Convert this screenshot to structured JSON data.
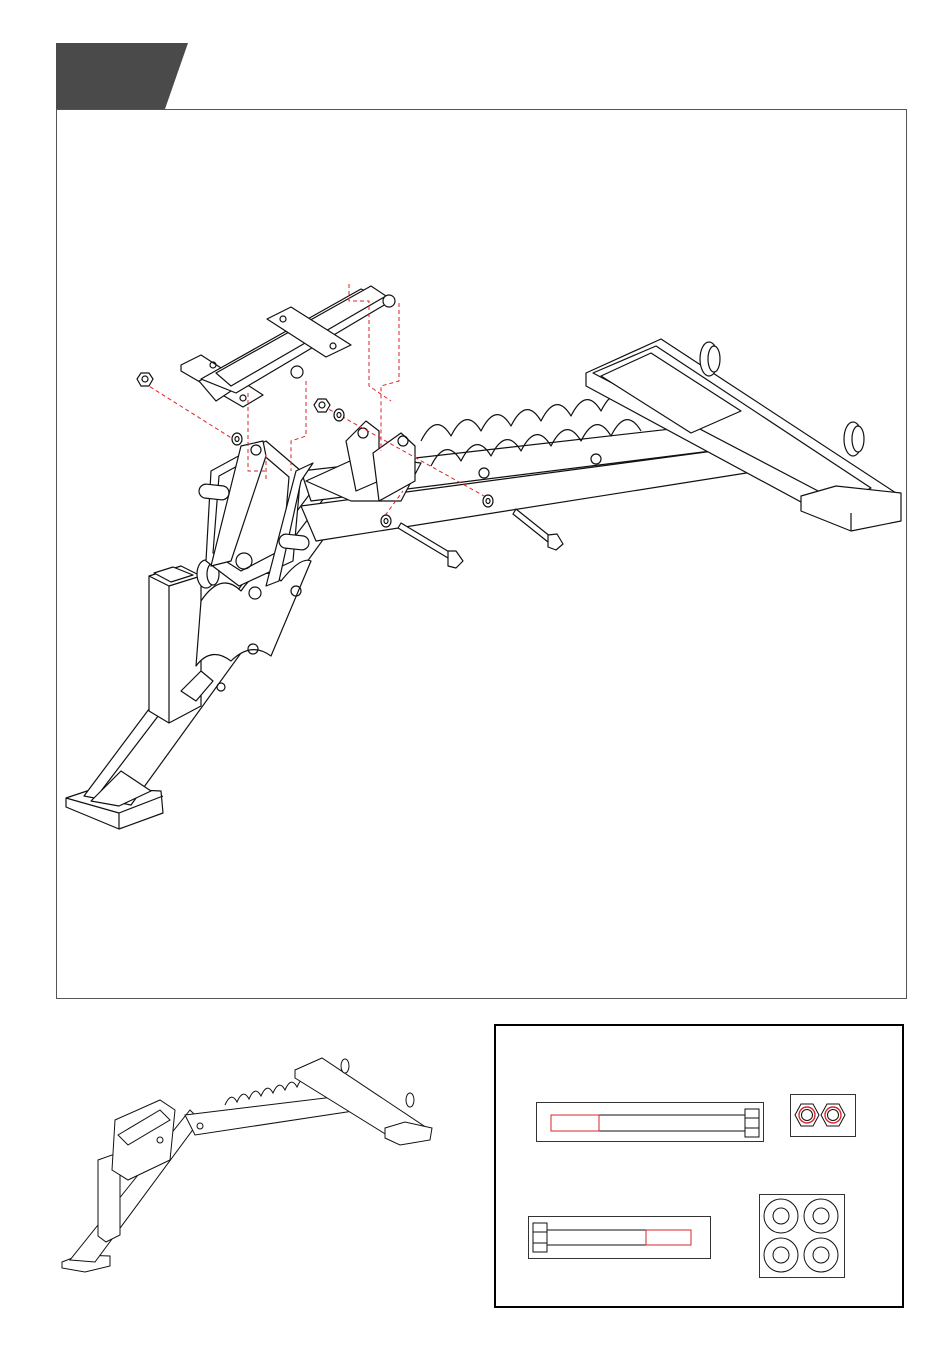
{
  "page": {
    "step_label": "",
    "colors": {
      "line": "#000000",
      "tab_fill": "#4a4a4a",
      "hidden_line": "#d9262b",
      "frame": "#555555"
    }
  },
  "main_illustration": {
    "icon": "exploded-assembly-diagram",
    "parts": [
      "lock-nut",
      "washer",
      "seat-bracket",
      "hinge-plate",
      "long-bolt",
      "short-bolt",
      "backrest-ladder",
      "rear-stabilizer",
      "front-leg"
    ]
  },
  "preview_illustration": {
    "icon": "assembled-bench-frame"
  },
  "hardware": {
    "items": [
      {
        "name": "long-bolt",
        "icon": "hex-bolt-long-icon"
      },
      {
        "name": "lock-nut",
        "icon": "lock-nut-pair-icon",
        "quantity_shown": 2
      },
      {
        "name": "bolt",
        "icon": "hex-bolt-icon"
      },
      {
        "name": "washer",
        "icon": "washer-set-icon",
        "quantity_shown": 4
      }
    ]
  }
}
